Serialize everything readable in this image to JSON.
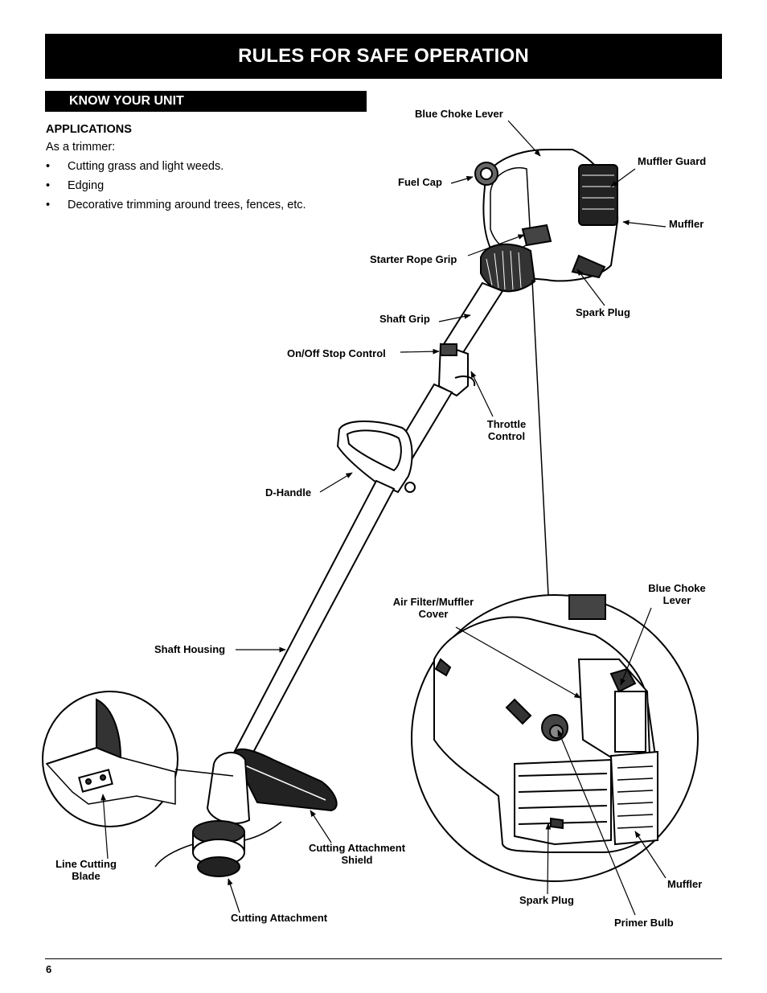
{
  "page": {
    "title": "RULES FOR SAFE OPERATION",
    "section": "KNOW YOUR UNIT",
    "page_number": "6"
  },
  "applications": {
    "heading": "APPLICATIONS",
    "intro": "As a trimmer:",
    "bullet_symbol": "•",
    "items": [
      "Cutting grass and light weeds.",
      "Edging",
      "Decorative trimming around trees, fences, etc."
    ]
  },
  "labels": {
    "blue_choke_lever": "Blue Choke Lever",
    "muffler_guard": "Muffler Guard",
    "fuel_cap": "Fuel Cap",
    "muffler": "Muffler",
    "starter_rope_grip": "Starter Rope Grip",
    "spark_plug": "Spark Plug",
    "shaft_grip": "Shaft Grip",
    "on_off_stop_control": "On/Off Stop Control",
    "throttle_control_1": "Throttle",
    "throttle_control_2": "Control",
    "d_handle": "D-Handle",
    "air_filter_1": "Air Filter/Muffler",
    "air_filter_2": "Cover",
    "blue_choke_lever_inset_1": "Blue Choke",
    "blue_choke_lever_inset_2": "Lever",
    "shaft_housing": "Shaft Housing",
    "line_cutting_blade_1": "Line Cutting",
    "line_cutting_blade_2": "Blade",
    "cutting_attachment_shield_1": "Cutting Attachment",
    "cutting_attachment_shield_2": "Shield",
    "muffler_inset": "Muffler",
    "spark_plug_inset": "Spark Plug",
    "cutting_attachment": "Cutting Attachment",
    "primer_bulb": "Primer Bulb"
  }
}
